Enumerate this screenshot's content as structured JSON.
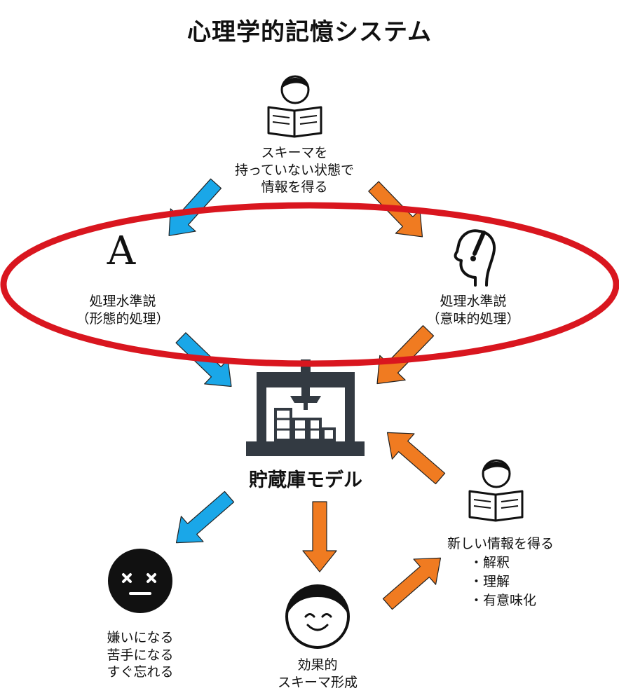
{
  "title": "心理学的記憶システム",
  "nodes": {
    "top": {
      "icon": "reading-person-icon",
      "lines": [
        "スキーマを",
        "持っていない状態で",
        "情報を得る"
      ]
    },
    "formal": {
      "icon": "letter-a-icon",
      "glyph": "A",
      "lines": [
        "処理水準説",
        "（形態的処理）"
      ]
    },
    "semantic": {
      "icon": "thinking-head-icon",
      "lines": [
        "処理水準説",
        "（意味的処理）"
      ]
    },
    "storage": {
      "icon": "warehouse-icon",
      "label": "貯蔵庫モデル"
    },
    "dislike": {
      "icon": "dizzy-face-icon",
      "lines": [
        "嫌いになる",
        "苦手になる",
        "すぐ忘れる"
      ]
    },
    "effective": {
      "icon": "smiling-face-icon",
      "lines": [
        "効果的",
        "スキーマ形成"
      ]
    },
    "new_info": {
      "icon": "reading-person-icon",
      "head": "新しい情報を得る",
      "bullets": [
        "・解釈",
        "・理解",
        "・有意味化"
      ]
    }
  },
  "colors": {
    "blue_arrow": "#1aa7e8",
    "orange_arrow": "#f07b21",
    "highlight_ring": "#d9161f",
    "icon_dark": "#333a42"
  }
}
